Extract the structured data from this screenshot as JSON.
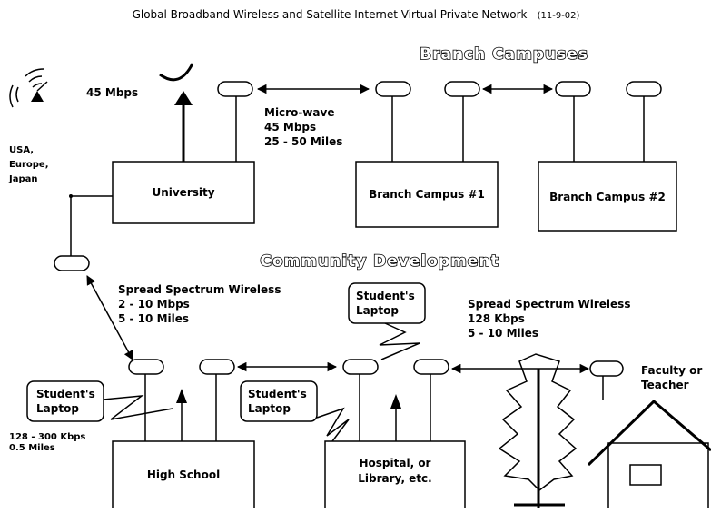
{
  "title": "Global Broadband Wireless and Satellite Internet Virtual Private Network",
  "date": "(11-9-02)",
  "headers": {
    "branch_campuses": "Branch Campuses",
    "community_development": "Community Development"
  },
  "satellite": {
    "speed": "45 Mbps",
    "regions": [
      "USA,",
      "Europe,",
      "Japan"
    ]
  },
  "microwave": {
    "lines": [
      "Micro-wave",
      "45 Mbps",
      "25 - 50 Miles"
    ]
  },
  "buildings": {
    "university": "University",
    "branch1": "Branch Campus #1",
    "branch2": "Branch Campus #2",
    "high_school": "High School",
    "hospital": [
      "Hospital, or",
      "Library, etc."
    ]
  },
  "spread_left": {
    "lines": [
      "Spread Spectrum Wireless",
      "2 - 10 Mbps",
      "5 - 10 Miles"
    ]
  },
  "spread_right": {
    "lines": [
      "Spread Spectrum Wireless",
      "128 Kbps",
      "5 - 10 Miles"
    ]
  },
  "laptops": {
    "top": [
      "Student's",
      "Laptop"
    ],
    "left": [
      "Student's",
      "Laptop"
    ],
    "mid": [
      "Student's",
      "Laptop"
    ]
  },
  "laptop_range": [
    "128 - 300 Kbps",
    "0.5 Miles"
  ],
  "faculty": [
    "Faculty or",
    "Teacher"
  ]
}
